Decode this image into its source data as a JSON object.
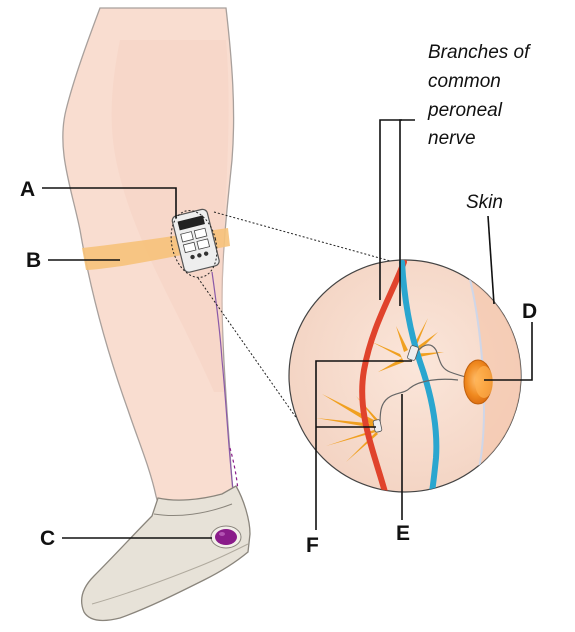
{
  "labels": {
    "a": "A",
    "b": "B",
    "c": "C",
    "d": "D",
    "e": "E",
    "f": "F"
  },
  "annotations": {
    "nerve_line1": "Branches of",
    "nerve_line2": "common",
    "nerve_line3": "peroneal",
    "nerve_line4": "nerve",
    "skin": "Skin"
  },
  "colors": {
    "leg_fill": "#f9ddd0",
    "leg_outline": "#b0a8a4",
    "strap": "#f6c27a",
    "shoe": "#e7e2d8",
    "sensor": "#8a1c8a",
    "nerve_red": "#e0432c",
    "nerve_blue": "#2aa6cf",
    "electrode": "#f08a20",
    "spark": "#f0a020",
    "lead_wire": "#8a5aa8"
  },
  "icons": {
    "controller": "stimulator-unit-icon",
    "sensor": "heel-sensor-icon",
    "electrode": "skin-electrode-icon"
  }
}
